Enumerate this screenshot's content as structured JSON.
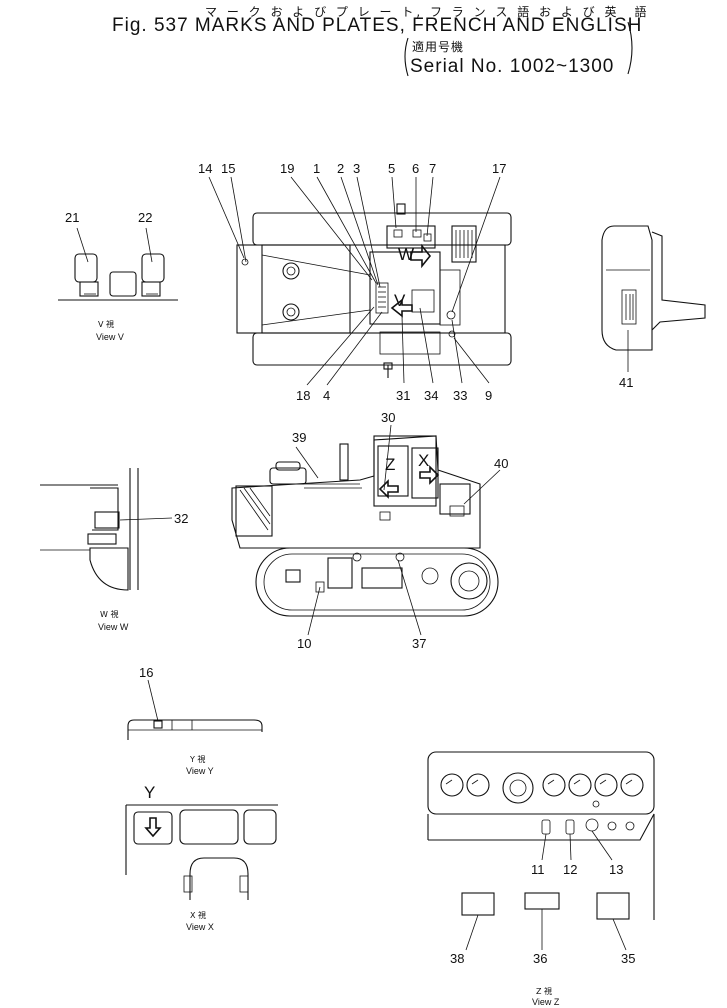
{
  "header": {
    "japanese_title": "マ ー ク お よ び プ レ ー ト, フ ラ ン ス 語 お よ び 英　語",
    "figure_title": "Fig. 537 MARKS AND PLATES, FRENCH AND ENGLISH",
    "applicable_jp": "適用号機",
    "serial": "Serial No. 1002~1300"
  },
  "views": {
    "v": {
      "jp": "V 視",
      "en": "View V"
    },
    "w": {
      "jp": "W 視",
      "en": "View W"
    },
    "y": {
      "jp": "Y 視",
      "en": "View Y"
    },
    "x": {
      "jp": "X 視",
      "en": "View X"
    },
    "z": {
      "jp": "Z 視",
      "en": "View Z"
    }
  },
  "view_letters": {
    "w": "W",
    "v": "V",
    "z": "Z",
    "x": "X",
    "y": "Y"
  },
  "callouts": {
    "c1": "1",
    "c2": "2",
    "c3": "3",
    "c4": "4",
    "c5": "5",
    "c6": "6",
    "c7": "7",
    "c9": "9",
    "c10": "10",
    "c11": "11",
    "c12": "12",
    "c13": "13",
    "c14": "14",
    "c15": "15",
    "c16": "16",
    "c17": "17",
    "c18": "18",
    "c19": "19",
    "c21": "21",
    "c22": "22",
    "c30": "30",
    "c31": "31",
    "c32": "32",
    "c33": "33",
    "c34": "34",
    "c35": "35",
    "c36": "36",
    "c37": "37",
    "c38": "38",
    "c39": "39",
    "c40": "40",
    "c41": "41"
  }
}
